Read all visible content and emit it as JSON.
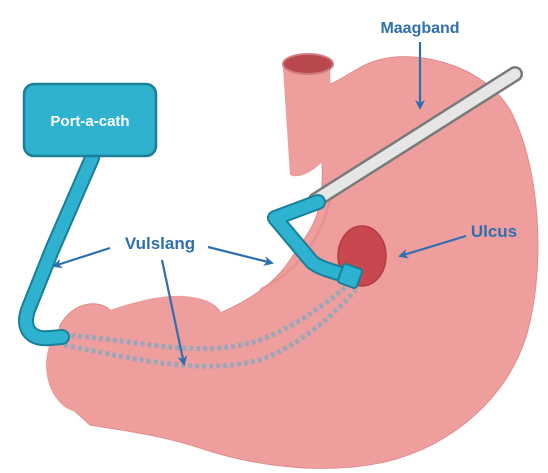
{
  "labels": {
    "port": "Port-a-cath",
    "band": "Maagband",
    "tube": "Vulslang",
    "ulcer": "Ulcus"
  },
  "colors": {
    "stomach": "#ef9e9e",
    "stomach_shade": "#e88d8f",
    "esophagus_opening": "#b8484d",
    "ulcer": "#c9484f",
    "tube": "#2eb2cf",
    "tube_outline": "#1a7f98",
    "label": "#2f6fb0",
    "band": "#e6e6e6"
  },
  "icons": [
    "port-box-icon",
    "arrow-icon"
  ]
}
